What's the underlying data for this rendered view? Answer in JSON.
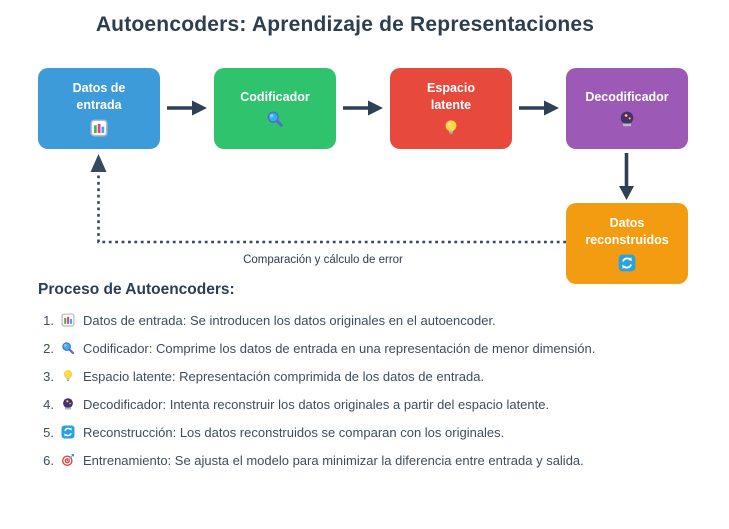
{
  "title": "Autoencoders: Aprendizaje de Representaciones",
  "colors": {
    "title_text": "#2c3e50",
    "body_text": "#3d4d5d",
    "arrow": "#2e4053",
    "node_input": "#3d9bd9",
    "node_encoder": "#2fc36e",
    "node_latent": "#e74a3c",
    "node_decoder": "#9c59b6",
    "node_reconstructed": "#f39c12"
  },
  "diagram": {
    "nodes": [
      {
        "label": "Datos de\nentrada",
        "icon": "bar-chart-icon",
        "color": "#3d9bd9"
      },
      {
        "label": "Codificador",
        "icon": "search-icon",
        "color": "#2fc36e"
      },
      {
        "label": "Espacio\nlatente",
        "icon": "light-bulb-icon",
        "color": "#e74a3c"
      },
      {
        "label": "Decodificador",
        "icon": "crystal-ball-icon",
        "color": "#9c59b6"
      },
      {
        "label": "Datos\nreconstruidos",
        "icon": "refresh-icon",
        "color": "#f39c12"
      }
    ],
    "feedback_label": "Comparación y cálculo de error"
  },
  "process": {
    "heading": "Proceso de Autoencoders:",
    "items": [
      {
        "num": "1.",
        "icon": "bar-chart-icon",
        "text": "Datos de entrada: Se introducen los datos originales en el autoencoder."
      },
      {
        "num": "2.",
        "icon": "search-icon",
        "text": "Codificador: Comprime los datos de entrada en una representación de menor dimensión."
      },
      {
        "num": "3.",
        "icon": "light-bulb-icon",
        "text": "Espacio latente: Representación comprimida de los datos de entrada."
      },
      {
        "num": "4.",
        "icon": "crystal-ball-icon",
        "text": "Decodificador: Intenta reconstruir los datos originales a partir del espacio latente."
      },
      {
        "num": "5.",
        "icon": "refresh-icon",
        "text": "Reconstrucción: Los datos reconstruidos se comparan con los originales."
      },
      {
        "num": "6.",
        "icon": "target-icon",
        "text": "Entrenamiento: Se ajusta el modelo para minimizar la diferencia entre entrada y salida."
      }
    ]
  }
}
